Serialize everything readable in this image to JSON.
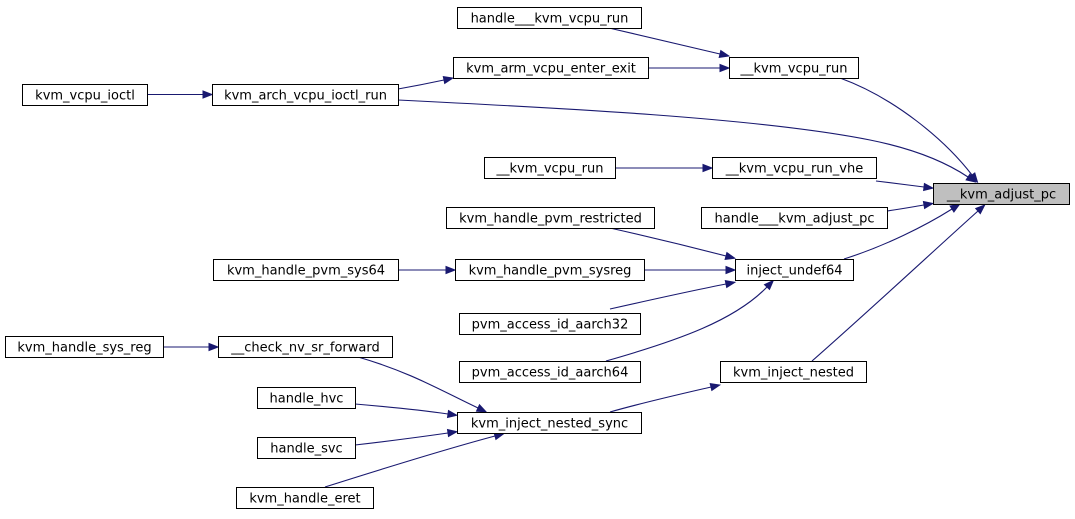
{
  "graph": {
    "nodes": [
      {
        "id": "kvm_adjust_pc",
        "label": "__kvm_adjust_pc",
        "root": true
      },
      {
        "id": "handle_kvm_vcpu_run",
        "label": "handle___kvm_vcpu_run"
      },
      {
        "id": "kvm_vcpu_run_1",
        "label": "__kvm_vcpu_run"
      },
      {
        "id": "kvm_arm_vcpu_enter_exit",
        "label": "kvm_arm_vcpu_enter_exit"
      },
      {
        "id": "kvm_vcpu_ioctl",
        "label": "kvm_vcpu_ioctl"
      },
      {
        "id": "kvm_arch_vcpu_ioctl_run",
        "label": "kvm_arch_vcpu_ioctl_run"
      },
      {
        "id": "kvm_vcpu_run_2",
        "label": "__kvm_vcpu_run"
      },
      {
        "id": "kvm_vcpu_run_vhe",
        "label": "__kvm_vcpu_run_vhe"
      },
      {
        "id": "kvm_handle_pvm_restricted",
        "label": "kvm_handle_pvm_restricted"
      },
      {
        "id": "handle_kvm_adjust_pc",
        "label": "handle___kvm_adjust_pc"
      },
      {
        "id": "kvm_handle_pvm_sys64",
        "label": "kvm_handle_pvm_sys64"
      },
      {
        "id": "kvm_handle_pvm_sysreg",
        "label": "kvm_handle_pvm_sysreg"
      },
      {
        "id": "inject_undef64",
        "label": "inject_undef64"
      },
      {
        "id": "pvm_access_id_aarch32",
        "label": "pvm_access_id_aarch32"
      },
      {
        "id": "kvm_handle_sys_reg",
        "label": "kvm_handle_sys_reg"
      },
      {
        "id": "check_nv_sr_forward",
        "label": "__check_nv_sr_forward"
      },
      {
        "id": "pvm_access_id_aarch64",
        "label": "pvm_access_id_aarch64"
      },
      {
        "id": "kvm_inject_nested",
        "label": "kvm_inject_nested"
      },
      {
        "id": "handle_hvc",
        "label": "handle_hvc"
      },
      {
        "id": "kvm_inject_nested_sync",
        "label": "kvm_inject_nested_sync"
      },
      {
        "id": "handle_svc",
        "label": "handle_svc"
      },
      {
        "id": "kvm_handle_eret",
        "label": "kvm_handle_eret"
      }
    ],
    "edges": [
      {
        "from": "handle_kvm_vcpu_run",
        "to": "kvm_vcpu_run_1"
      },
      {
        "from": "kvm_arm_vcpu_enter_exit",
        "to": "kvm_vcpu_run_1"
      },
      {
        "from": "kvm_vcpu_run_1",
        "to": "kvm_adjust_pc"
      },
      {
        "from": "kvm_arch_vcpu_ioctl_run",
        "to": "kvm_arm_vcpu_enter_exit"
      },
      {
        "from": "kvm_vcpu_ioctl",
        "to": "kvm_arch_vcpu_ioctl_run"
      },
      {
        "from": "kvm_arch_vcpu_ioctl_run",
        "to": "kvm_adjust_pc"
      },
      {
        "from": "kvm_vcpu_run_2",
        "to": "kvm_vcpu_run_vhe"
      },
      {
        "from": "kvm_vcpu_run_vhe",
        "to": "kvm_adjust_pc"
      },
      {
        "from": "handle_kvm_adjust_pc",
        "to": "kvm_adjust_pc"
      },
      {
        "from": "inject_undef64",
        "to": "kvm_adjust_pc"
      },
      {
        "from": "kvm_handle_pvm_restricted",
        "to": "inject_undef64"
      },
      {
        "from": "kvm_handle_pvm_sysreg",
        "to": "inject_undef64"
      },
      {
        "from": "kvm_handle_pvm_sys64",
        "to": "kvm_handle_pvm_sysreg"
      },
      {
        "from": "pvm_access_id_aarch32",
        "to": "inject_undef64"
      },
      {
        "from": "pvm_access_id_aarch64",
        "to": "inject_undef64"
      },
      {
        "from": "kvm_inject_nested",
        "to": "kvm_adjust_pc"
      },
      {
        "from": "kvm_inject_nested_sync",
        "to": "kvm_inject_nested"
      },
      {
        "from": "kvm_handle_sys_reg",
        "to": "check_nv_sr_forward"
      },
      {
        "from": "check_nv_sr_forward",
        "to": "kvm_inject_nested_sync"
      },
      {
        "from": "handle_hvc",
        "to": "kvm_inject_nested_sync"
      },
      {
        "from": "handle_svc",
        "to": "kvm_inject_nested_sync"
      },
      {
        "from": "kvm_handle_eret",
        "to": "kvm_inject_nested_sync"
      }
    ],
    "colors": {
      "edge": "#191970",
      "root_fill": "#bfbfbf",
      "node_fill": "#ffffff",
      "node_stroke": "#000000"
    }
  }
}
